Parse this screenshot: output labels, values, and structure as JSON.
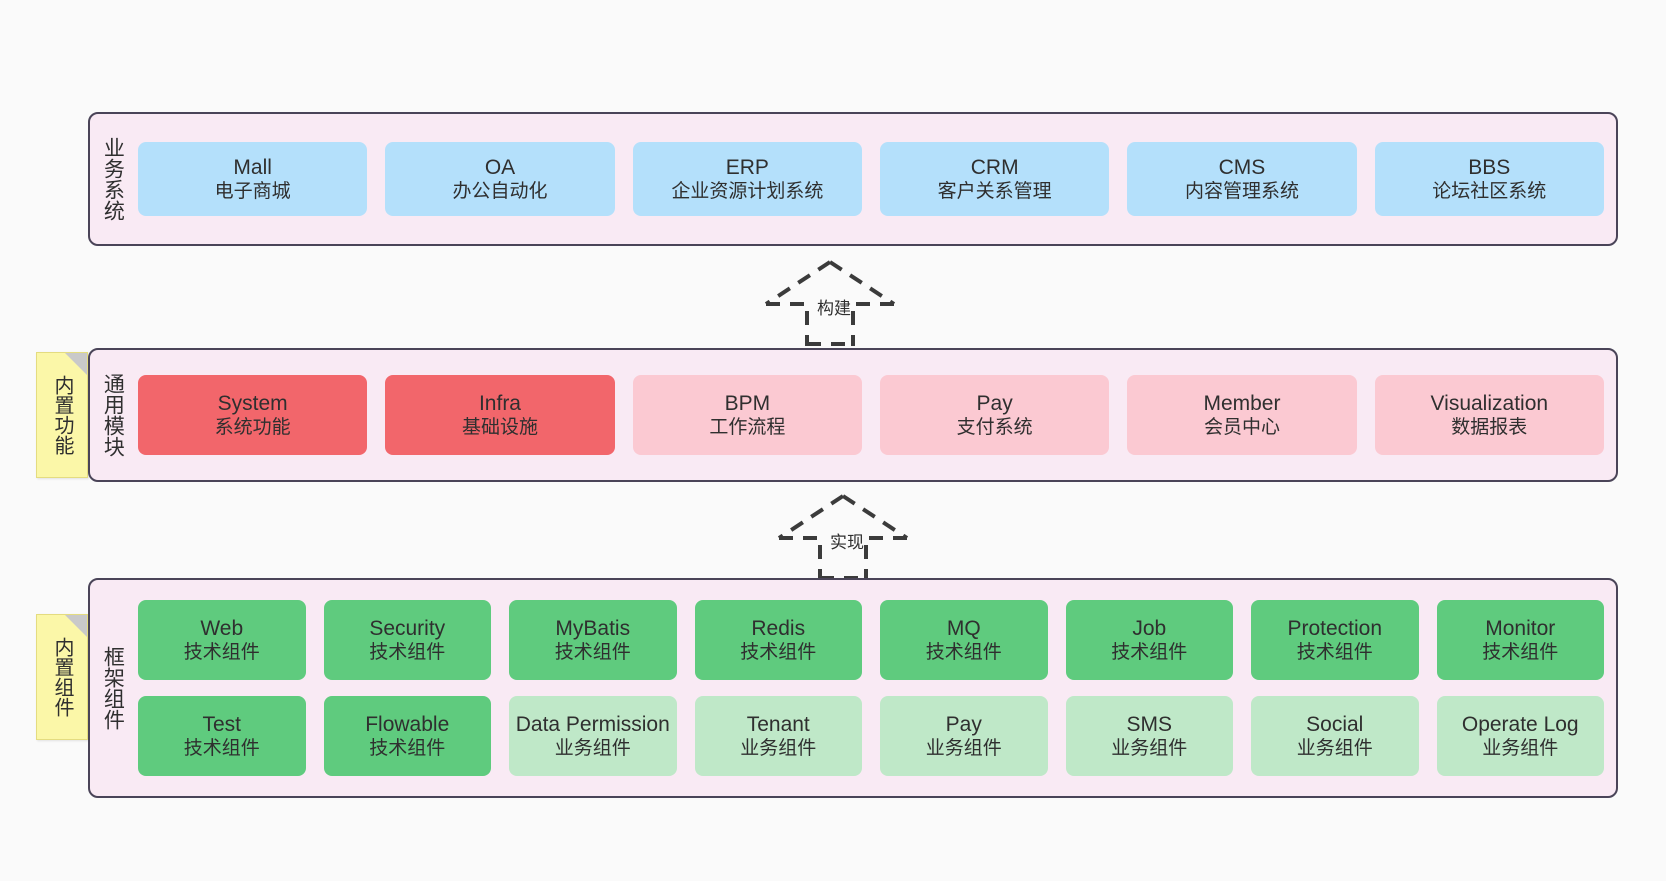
{
  "diagram": {
    "title": "Architecture layers diagram",
    "colors": {
      "canvas": "#fafafa",
      "layer_fill": "#f9eaf4",
      "layer_border": "#4a4458",
      "blue": "#b4e0fb",
      "red": "#f2666b",
      "pink": "#fbc9d2",
      "green": "#5fcb7e",
      "green_light": "#bfe8c8",
      "note_yellow": "#fbf7a8",
      "note_fold": "#c9c9c9"
    }
  },
  "layers": [
    {
      "id": "business",
      "title": "业务系统",
      "rows": [
        [
          {
            "en": "Mall",
            "cn": "电子商城",
            "style": "c-blue"
          },
          {
            "en": "OA",
            "cn": "办公自动化",
            "style": "c-blue"
          },
          {
            "en": "ERP",
            "cn": "企业资源计划系统",
            "style": "c-blue"
          },
          {
            "en": "CRM",
            "cn": "客户关系管理",
            "style": "c-blue"
          },
          {
            "en": "CMS",
            "cn": "内容管理系统",
            "style": "c-blue"
          },
          {
            "en": "BBS",
            "cn": "论坛社区系统",
            "style": "c-blue"
          }
        ]
      ]
    },
    {
      "id": "common",
      "title": "通用模块",
      "rows": [
        [
          {
            "en": "System",
            "cn": "系统功能",
            "style": "c-red"
          },
          {
            "en": "Infra",
            "cn": "基础设施",
            "style": "c-red"
          },
          {
            "en": "BPM",
            "cn": "工作流程",
            "style": "c-pink"
          },
          {
            "en": "Pay",
            "cn": "支付系统",
            "style": "c-pink"
          },
          {
            "en": "Member",
            "cn": "会员中心",
            "style": "c-pink"
          },
          {
            "en": "Visualization",
            "cn": "数据报表",
            "style": "c-pink"
          }
        ]
      ]
    },
    {
      "id": "framework",
      "title": "框架组件",
      "rows": [
        [
          {
            "en": "Web",
            "cn": "技术组件",
            "style": "c-green"
          },
          {
            "en": "Security",
            "cn": "技术组件",
            "style": "c-green"
          },
          {
            "en": "MyBatis",
            "cn": "技术组件",
            "style": "c-green"
          },
          {
            "en": "Redis",
            "cn": "技术组件",
            "style": "c-green"
          },
          {
            "en": "MQ",
            "cn": "技术组件",
            "style": "c-green"
          },
          {
            "en": "Job",
            "cn": "技术组件",
            "style": "c-green"
          },
          {
            "en": "Protection",
            "cn": "技术组件",
            "style": "c-green"
          },
          {
            "en": "Monitor",
            "cn": "技术组件",
            "style": "c-green"
          }
        ],
        [
          {
            "en": "Test",
            "cn": "技术组件",
            "style": "c-green"
          },
          {
            "en": "Flowable",
            "cn": "技术组件",
            "style": "c-green"
          },
          {
            "en": "Data Permission",
            "cn": "业务组件",
            "style": "c-greenlight"
          },
          {
            "en": "Tenant",
            "cn": "业务组件",
            "style": "c-greenlight"
          },
          {
            "en": "Pay",
            "cn": "业务组件",
            "style": "c-greenlight"
          },
          {
            "en": "SMS",
            "cn": "业务组件",
            "style": "c-greenlight"
          },
          {
            "en": "Social",
            "cn": "业务组件",
            "style": "c-greenlight"
          },
          {
            "en": "Operate Log",
            "cn": "业务组件",
            "style": "c-greenlight"
          }
        ]
      ]
    }
  ],
  "notes": [
    {
      "id": "common",
      "text": "内置功能"
    },
    {
      "id": "framework",
      "text": "内置组件"
    }
  ],
  "arrows": [
    {
      "id": "build",
      "label": "构建"
    },
    {
      "id": "impl",
      "label": "实现"
    }
  ]
}
